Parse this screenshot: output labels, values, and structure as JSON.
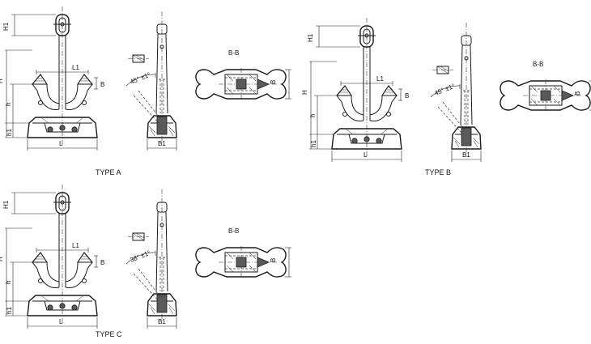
{
  "panels": [
    {
      "id": "a",
      "caption": "TYPE A",
      "section_label": "B-B",
      "angle_label": "45° ±1°",
      "dims": {
        "H1": "H1",
        "H": "H",
        "h": "h",
        "h1": "h1",
        "L": "L",
        "L1": "L1",
        "B": "B",
        "B1": "B1"
      }
    },
    {
      "id": "b",
      "caption": "TYPE B",
      "section_label": "B-B",
      "angle_label": "45° ±1°",
      "dims": {
        "H1": "H1",
        "H": "H",
        "h": "h",
        "h1": "h1",
        "L": "L",
        "L1": "L1",
        "B": "B",
        "B1": "B1"
      }
    },
    {
      "id": "c",
      "caption": "TYPE C",
      "section_label": "B-B",
      "angle_label": "38° ±1°",
      "dims": {
        "H1": "H1",
        "H": "H",
        "h": "h",
        "h1": "h1",
        "L": "L",
        "L1": "L1",
        "B": "B",
        "B1": "B1"
      }
    }
  ]
}
